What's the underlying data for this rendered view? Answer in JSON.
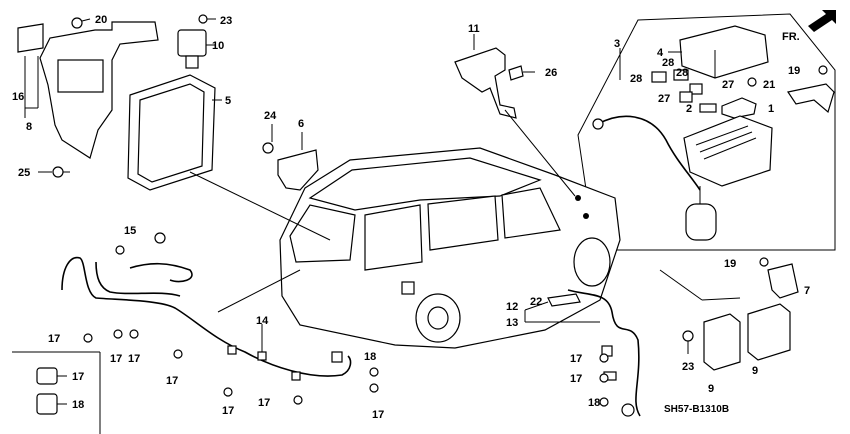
{
  "orientation_label": "FR.",
  "diagram_code": "SH57-B1310B",
  "callouts": [
    {
      "id": "c20",
      "text": "20"
    },
    {
      "id": "c23a",
      "text": "23"
    },
    {
      "id": "c10",
      "text": "10"
    },
    {
      "id": "c16",
      "text": "16"
    },
    {
      "id": "c8",
      "text": "8"
    },
    {
      "id": "c5",
      "text": "5"
    },
    {
      "id": "c25",
      "text": "25"
    },
    {
      "id": "c24",
      "text": "24"
    },
    {
      "id": "c6",
      "text": "6"
    },
    {
      "id": "c11",
      "text": "11"
    },
    {
      "id": "c26",
      "text": "26"
    },
    {
      "id": "c3",
      "text": "3"
    },
    {
      "id": "c4",
      "text": "4"
    },
    {
      "id": "c28a",
      "text": "28"
    },
    {
      "id": "c28b",
      "text": "28"
    },
    {
      "id": "c28c",
      "text": "28"
    },
    {
      "id": "c27a",
      "text": "27"
    },
    {
      "id": "c27b",
      "text": "27"
    },
    {
      "id": "c21",
      "text": "21"
    },
    {
      "id": "c19a",
      "text": "19"
    },
    {
      "id": "c2",
      "text": "2"
    },
    {
      "id": "c1",
      "text": "1"
    },
    {
      "id": "c15",
      "text": "15"
    },
    {
      "id": "c19b",
      "text": "19"
    },
    {
      "id": "c7",
      "text": "7"
    },
    {
      "id": "c22",
      "text": "22"
    },
    {
      "id": "c12",
      "text": "12"
    },
    {
      "id": "c13",
      "text": "13"
    },
    {
      "id": "c14",
      "text": "14"
    },
    {
      "id": "c17a",
      "text": "17"
    },
    {
      "id": "c17b",
      "text": "17"
    },
    {
      "id": "c17c",
      "text": "17"
    },
    {
      "id": "c17d",
      "text": "17"
    },
    {
      "id": "c17e",
      "text": "17"
    },
    {
      "id": "c17f",
      "text": "17"
    },
    {
      "id": "c17g",
      "text": "17"
    },
    {
      "id": "c17h",
      "text": "17"
    },
    {
      "id": "c17i",
      "text": "17"
    },
    {
      "id": "c17j",
      "text": "17"
    },
    {
      "id": "c18a",
      "text": "18"
    },
    {
      "id": "c18b",
      "text": "18"
    },
    {
      "id": "c18c",
      "text": "18"
    },
    {
      "id": "c23b",
      "text": "23"
    },
    {
      "id": "c9a",
      "text": "9"
    },
    {
      "id": "c9b",
      "text": "9"
    }
  ]
}
